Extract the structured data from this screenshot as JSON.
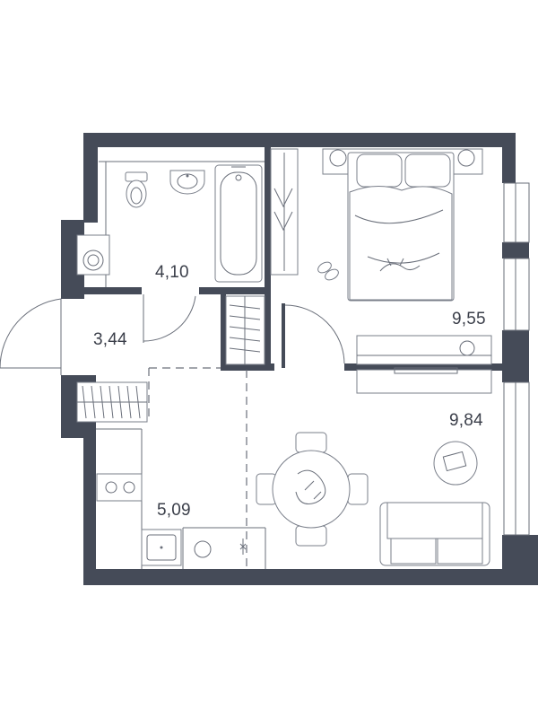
{
  "rooms": [
    {
      "id": "bathroom",
      "area": "4,10"
    },
    {
      "id": "hallway",
      "area": "3,44"
    },
    {
      "id": "bedroom",
      "area": "9,55"
    },
    {
      "id": "living",
      "area": "9,84"
    },
    {
      "id": "kitchen",
      "area": "5,09"
    }
  ],
  "colors": {
    "wall": "#454b58",
    "line": "#6a6f7a",
    "background": "#ffffff"
  },
  "icons": [
    "toilet-icon",
    "sink-icon",
    "bathtub-icon",
    "washing-machine-icon",
    "bed-icon",
    "slippers-icon",
    "cat-icon",
    "wardrobe-icon",
    "tv-stand-icon",
    "dining-table-icon",
    "sofa-icon",
    "stove-icon",
    "sink-icon",
    "coffee-table-icon",
    "entry-door-icon"
  ]
}
